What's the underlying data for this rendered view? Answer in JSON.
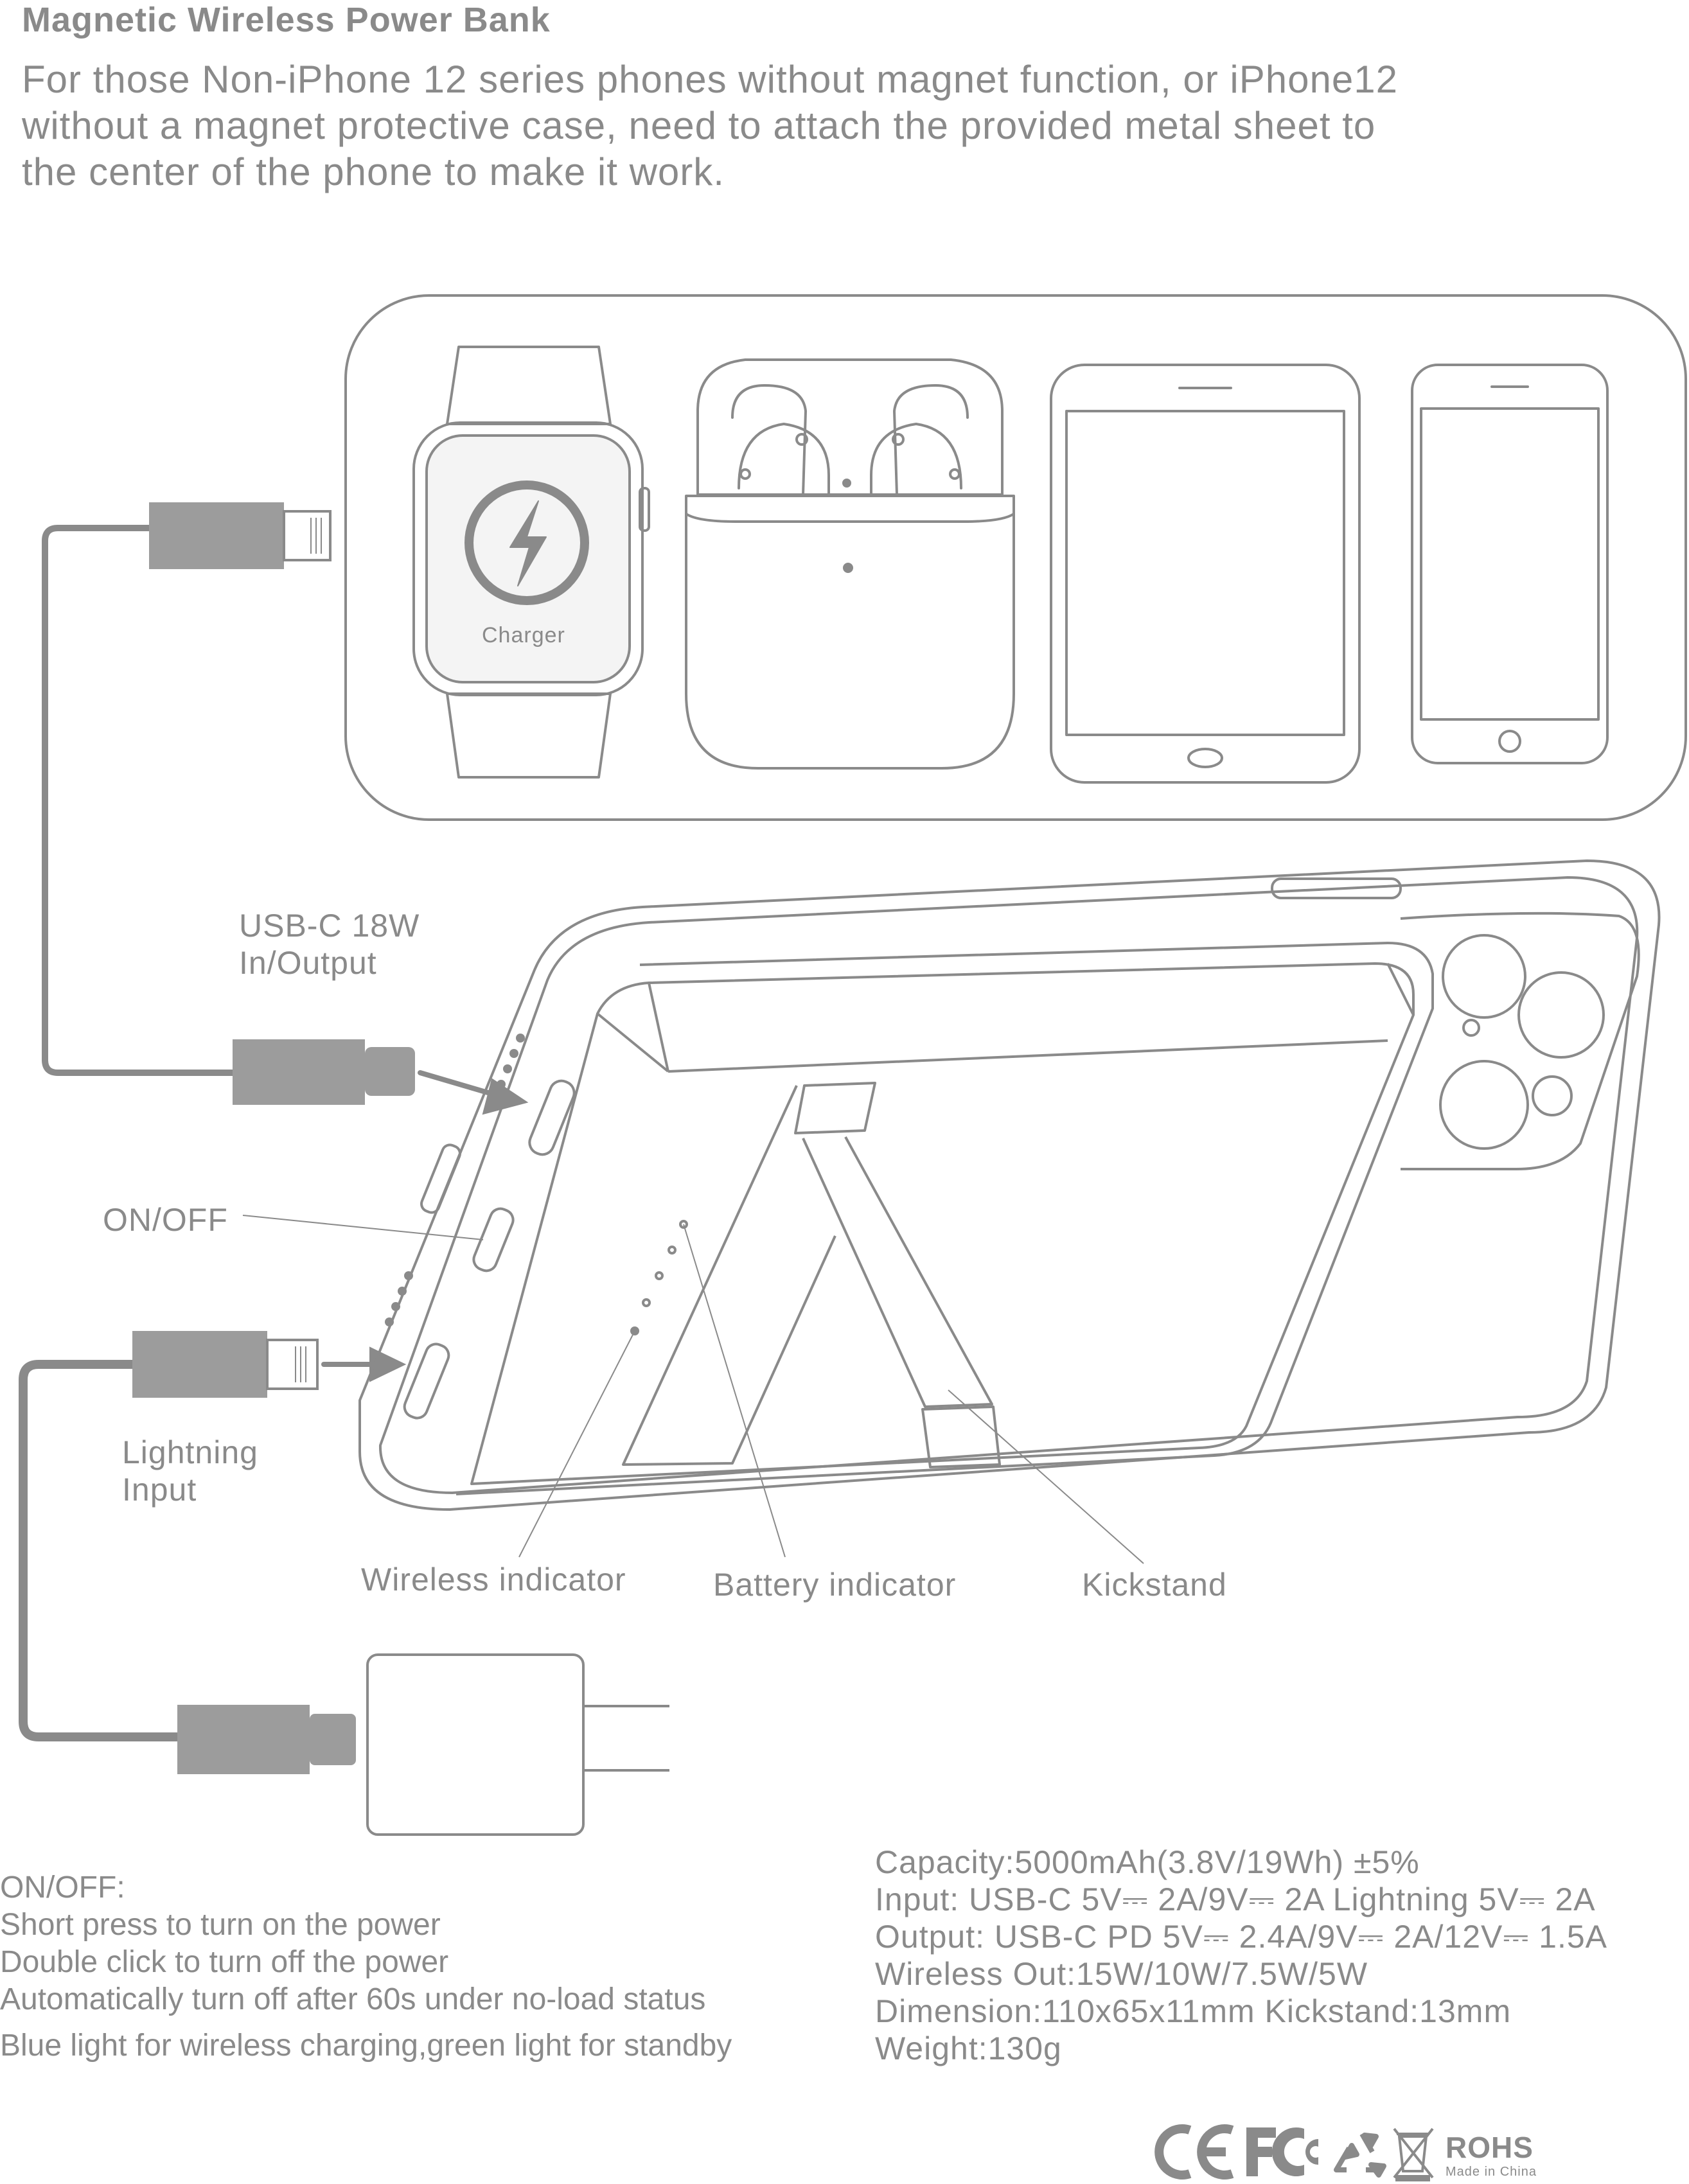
{
  "title": "Magnetic Wireless Power Bank",
  "intro": [
    "For those Non-iPhone 12 series phones without magnet function, or iPhone12",
    "without a magnet protective case, need to attach the provided metal sheet to",
    "the center of the phone to make it work."
  ],
  "watch_screen_label": "Charger",
  "labels": {
    "usbc": [
      "USB-C 18W",
      "In/Output"
    ],
    "onoff": "ON/OFF",
    "lightning": [
      "Lightning",
      "Input"
    ],
    "wireless_indicator": "Wireless indicator",
    "battery_indicator": "Battery indicator",
    "kickstand": "Kickstand"
  },
  "notes": [
    "ON/OFF:",
    "Short press to turn on the power",
    "Double click to turn off the power",
    "Automatically turn off after 60s under no-load status",
    "Blue light for wireless charging,green light for standby"
  ],
  "specs": [
    "Capacity:5000mAh(3.8V/19Wh) ±5%",
    "Input: USB-C 5V⎓ 2A/9V⎓ 2A   Lightning  5V⎓ 2A",
    "Output: USB-C  PD  5V⎓ 2.4A/9V⎓ 2A/12V⎓ 1.5A",
    "Wireless Out:15W/10W/7.5W/5W",
    "Dimension:110x65x11mm  Kickstand:13mm",
    "Weight:130g"
  ],
  "certifications": {
    "rohs": "ROHS",
    "made_in": "Made in China"
  },
  "colors": {
    "line": "#8a8a8a",
    "connector": "#9c9c9c",
    "text": "#8a8a8a"
  }
}
